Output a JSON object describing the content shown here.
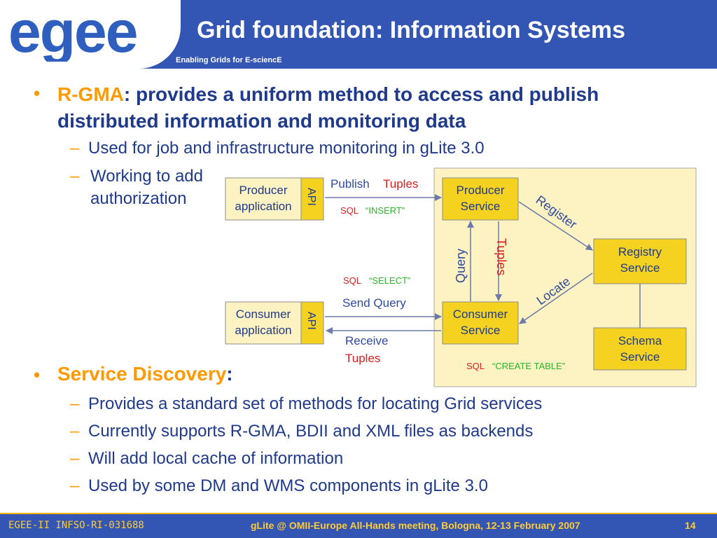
{
  "header": {
    "logo_text": "egee",
    "tagline": "Enabling Grids for E-sciencE",
    "title": "Grid foundation: Information Systems"
  },
  "bullets": {
    "b1_highlight": "R-GMA",
    "b1_text": ": provides a uniform method to access and publish distributed information and monitoring data",
    "b1_sub1": "Used for job and infrastructure monitoring in gLite 3.0",
    "b1_sub2": "Working to add authorization",
    "b2_highlight": "Service Discovery",
    "b2_colon": ":",
    "b2_sub": [
      "Provides a standard set of methods for locating Grid services",
      "Currently supports R-GMA, BDII and XML files as backends",
      "Will add local cache of information",
      "Used by some DM and WMS components in gLite 3.0"
    ]
  },
  "diagram": {
    "producer_app": [
      "Producer",
      "application"
    ],
    "consumer_app": [
      "Consumer",
      "application"
    ],
    "api": "API",
    "producer_service": [
      "Producer",
      "Service"
    ],
    "consumer_service": [
      "Consumer",
      "Service"
    ],
    "registry_service": [
      "Registry",
      "Service"
    ],
    "schema_service": [
      "Schema",
      "Service"
    ],
    "publish": "Publish",
    "tuples": "Tuples",
    "sql": "SQL",
    "insert": "“INSERT”",
    "select": "“SELECT”",
    "create_table": "“CREATE TABLE”",
    "send_query": "Send Query",
    "receive": "Receive",
    "query": "Query",
    "register": "Register",
    "locate": "Locate"
  },
  "footer": {
    "left": "EGEE-II INFSO-RI-031688",
    "middle": "gLite @ OMII-Europe All-Hands meeting, Bologna, 12-13 February 2007",
    "page_number": "14"
  },
  "colors": {
    "header_blue": "#3355b3",
    "text_blue": "#1f3a8a",
    "accent_orange": "#ff9900",
    "box_yellow": "#f5d21f",
    "panel_yellow": "#fdf3c2"
  }
}
